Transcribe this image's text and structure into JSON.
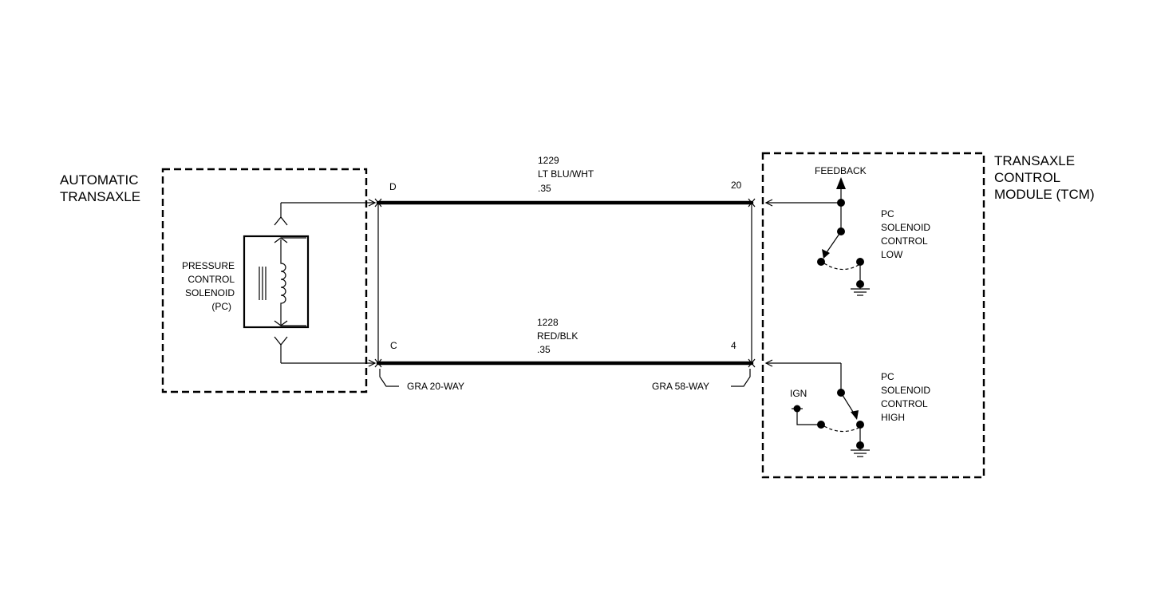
{
  "left_box": {
    "title_line1": "AUTOMATIC",
    "title_line2": "TRANSAXLE"
  },
  "right_box": {
    "title_line1": "TRANSAXLE",
    "title_line2": "CONTROL",
    "title_line3": "MODULE (TCM)"
  },
  "solenoid": {
    "line1": "PRESSURE",
    "line2": "CONTROL",
    "line3": "SOLENOID",
    "line4": "(PC)"
  },
  "wire_top": {
    "circuit": "1229",
    "color": "LT BLU/WHT",
    "gauge": ".35",
    "pin_left": "D",
    "pin_right": "20"
  },
  "wire_bottom": {
    "circuit": "1228",
    "color": "RED/BLK",
    "gauge": ".35",
    "pin_left": "C",
    "pin_right": "4"
  },
  "connectors": {
    "left": "GRA 20-WAY",
    "right": "GRA 58-WAY"
  },
  "tcm_low": {
    "feedback": "FEEDBACK",
    "line1": "PC",
    "line2": "SOLENOID",
    "line3": "CONTROL",
    "line4": "LOW"
  },
  "tcm_high": {
    "ign": "IGN",
    "line1": "PC",
    "line2": "SOLENOID",
    "line3": "CONTROL",
    "line4": "HIGH"
  }
}
